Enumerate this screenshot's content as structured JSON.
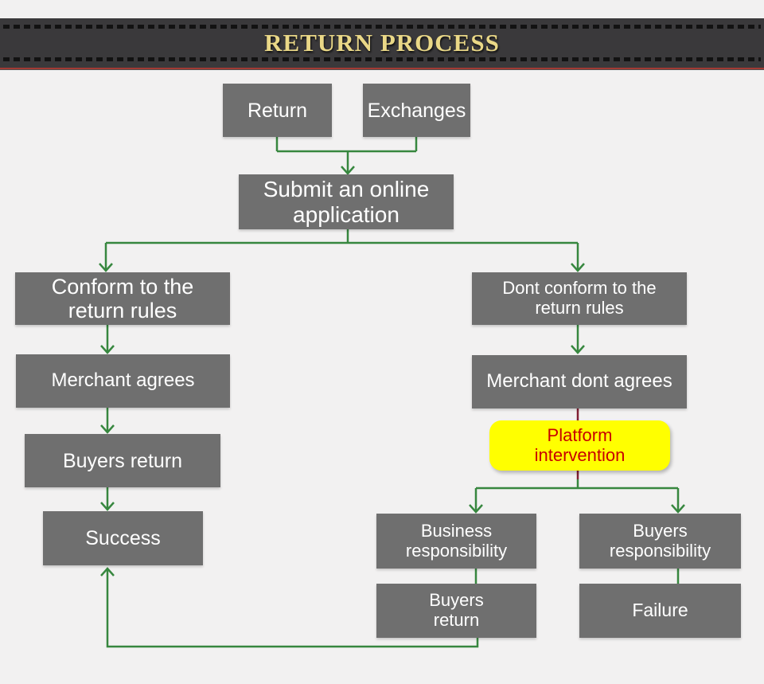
{
  "header": {
    "title": "RETURN PROCESS",
    "band_color": "#3a393b",
    "title_color": "#ead887",
    "accent_line_color": "#a23a34"
  },
  "colors": {
    "background": "#f2f1f1",
    "node_fill": "#6f6f6f",
    "node_text": "#ffffff",
    "connector_green": "#37873f",
    "connector_maroon": "#811f33",
    "highlight_fill": "#ffff00",
    "highlight_text": "#c80000"
  },
  "nodes": {
    "return": {
      "label": "Return"
    },
    "exchanges": {
      "label": "Exchanges"
    },
    "submit": {
      "label": "Submit an online\napplication"
    },
    "conform": {
      "label": "Conform to the\nreturn rules"
    },
    "dont_conform": {
      "label": "Dont conform to the\nreturn rules"
    },
    "merchant_agrees": {
      "label": "Merchant agrees"
    },
    "merchant_dont_agrees": {
      "label": "Merchant dont agrees"
    },
    "platform_intervention": {
      "label": "Platform\nintervention"
    },
    "buyers_return_left": {
      "label": "Buyers return"
    },
    "success": {
      "label": "Success"
    },
    "business_responsibility": {
      "label": "Business\nresponsibility"
    },
    "buyers_responsibility": {
      "label": "Buyers\nresponsibility"
    },
    "buyers_return_bottom": {
      "label": "Buyers\nreturn"
    },
    "failure": {
      "label": "Failure"
    }
  },
  "edges": [
    {
      "from": "return",
      "to": "submit",
      "color": "green"
    },
    {
      "from": "exchanges",
      "to": "submit",
      "color": "green"
    },
    {
      "from": "submit",
      "to": "conform",
      "color": "green"
    },
    {
      "from": "submit",
      "to": "dont_conform",
      "color": "green"
    },
    {
      "from": "conform",
      "to": "merchant_agrees",
      "color": "green"
    },
    {
      "from": "merchant_agrees",
      "to": "buyers_return_left",
      "color": "green"
    },
    {
      "from": "buyers_return_left",
      "to": "success",
      "color": "green"
    },
    {
      "from": "dont_conform",
      "to": "merchant_dont_agrees",
      "color": "green"
    },
    {
      "from": "merchant_dont_agrees",
      "to": "platform_intervention",
      "color": "maroon"
    },
    {
      "from": "platform_intervention",
      "to": "business_responsibility",
      "color": "green"
    },
    {
      "from": "platform_intervention",
      "to": "buyers_responsibility",
      "color": "green"
    },
    {
      "from": "business_responsibility",
      "to": "buyers_return_bottom",
      "color": "green"
    },
    {
      "from": "buyers_responsibility",
      "to": "failure",
      "color": "green"
    },
    {
      "from": "buyers_return_bottom",
      "to": "success",
      "color": "green"
    }
  ]
}
